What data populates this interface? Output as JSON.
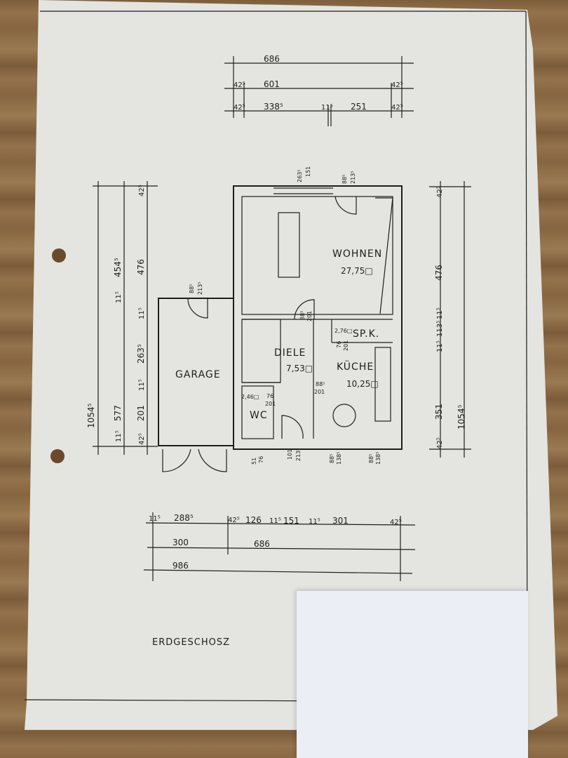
{
  "title": "ERDGESCHOSZ",
  "rooms": {
    "wohnen": {
      "name": "WOHNEN",
      "area": "27,75□"
    },
    "diele": {
      "name": "DIELE",
      "area": "7,53□"
    },
    "kueche": {
      "name": "KÜCHE",
      "area": "10,25□"
    },
    "spk": {
      "name": "SP.K.",
      "area": "2,76□"
    },
    "wc": {
      "name": "WC",
      "area": "2,46□"
    },
    "garage": {
      "name": "GARAGE"
    }
  },
  "dims_top": {
    "total": "686",
    "inner": "601",
    "wall_l1": "42⁵",
    "wall_r1": "42⁵",
    "wall_l2": "42⁵",
    "seg1": "338⁵",
    "mid": "11⁵",
    "seg2": "251",
    "wall_r2": "42⁵"
  },
  "dims_bottom": {
    "a": "11⁵",
    "b": "288⁵",
    "c": "42⁵",
    "d": "126",
    "e": "11⁵",
    "f": "151",
    "g": "11⁵",
    "h": "301",
    "i": "42⁵",
    "garage": "300",
    "house": "686",
    "total": "986"
  },
  "dims_left": {
    "total": "1054⁵",
    "a": "454⁵",
    "b": "11⁵",
    "c": "577",
    "d": "11⁵",
    "e": "42⁵",
    "f": "476",
    "g": "11⁵",
    "h": "263⁵",
    "i": "11⁵",
    "j": "201",
    "k": "42⁵"
  },
  "dims_right": {
    "top": "42⁵",
    "a": "476",
    "b": "11⁵",
    "c": "113⁵",
    "d": "11⁵",
    "e": "351",
    "f": "42⁵",
    "total": "1054⁵"
  },
  "openings": {
    "window_top": "263⁵",
    "window_top2": "151",
    "door_terrace": "88⁵",
    "door_terrace2": "213⁵",
    "door_garage": "88⁵",
    "door_garage2": "213⁵",
    "door_wohnen": "88⁵",
    "door_wohnen2": "201",
    "door_spk": "76",
    "door_spk2": "201",
    "door_kueche": "88⁵",
    "door_kueche2": "201",
    "door_wc": "76",
    "door_wc2": "201",
    "window_wc": "51",
    "window_wc2": "76",
    "entry": "101",
    "entry2": "213⁵",
    "window_k1": "88⁵",
    "window_k1b": "138⁵",
    "window_k2": "88⁵",
    "window_k2b": "138⁵"
  },
  "colors": {
    "paper": "#e4e4e0",
    "ink": "#1e1e1e",
    "card": "#eceef6"
  }
}
